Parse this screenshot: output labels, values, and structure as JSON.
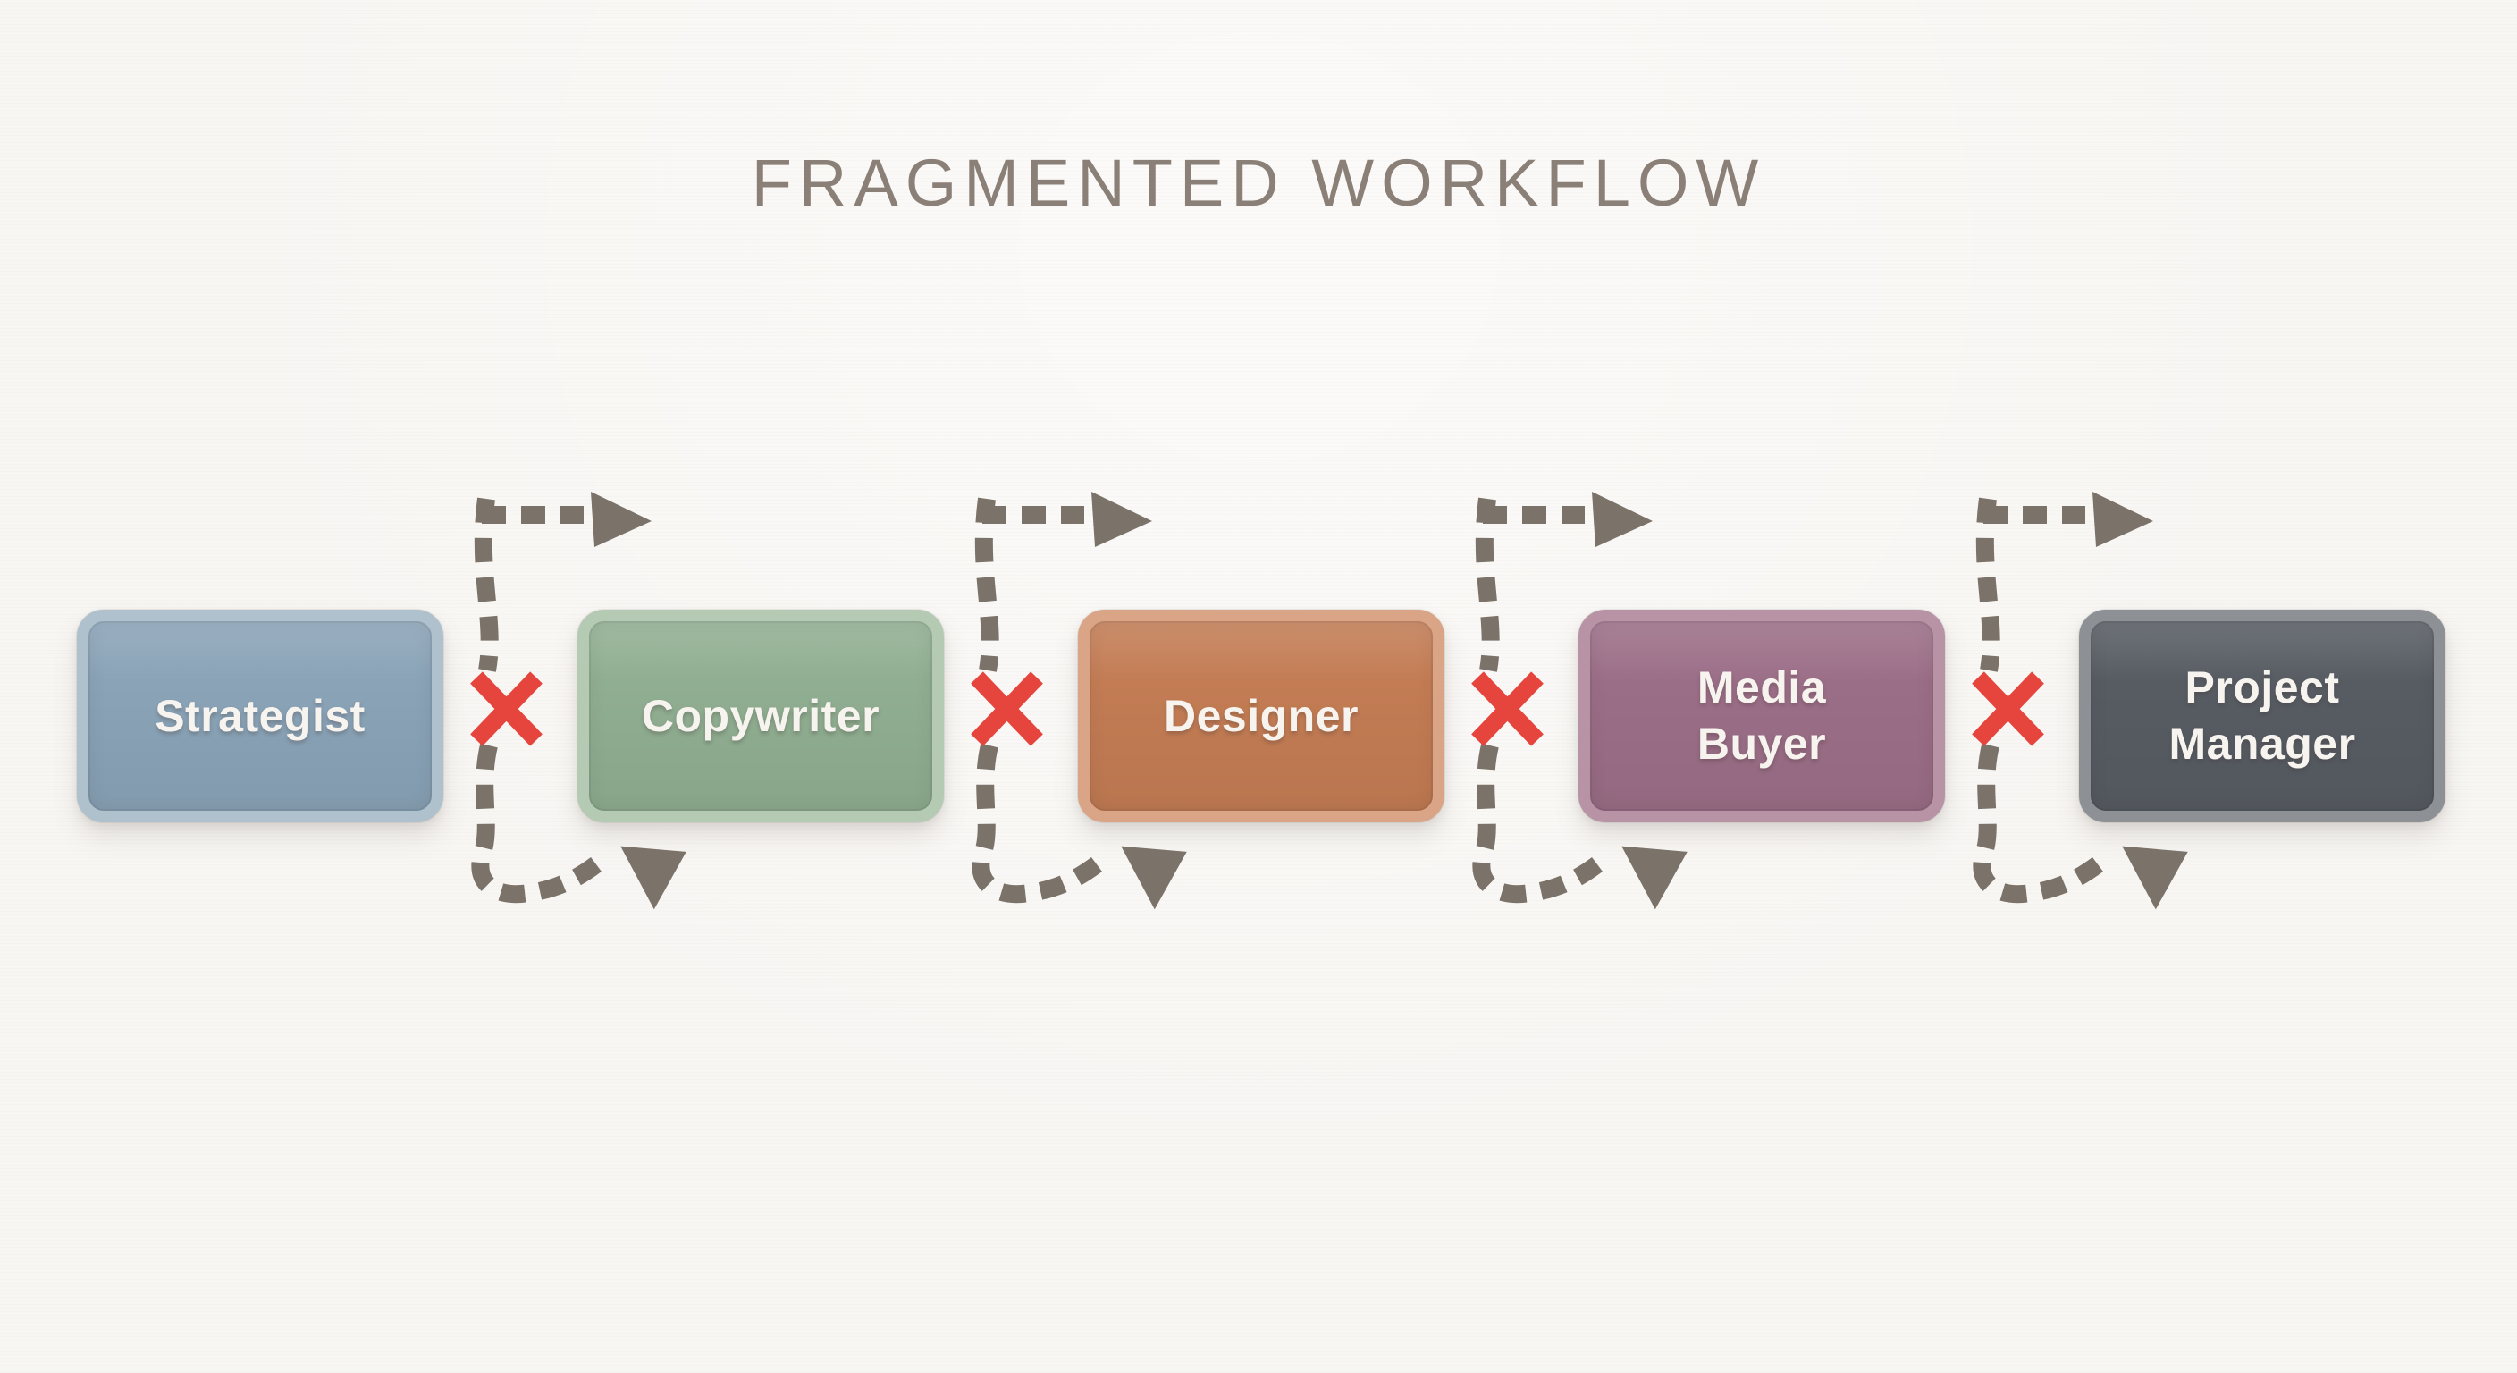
{
  "title": "FRAGMENTED WORKFLOW",
  "colors": {
    "background": "#f8f6f3",
    "title": "#8b8077",
    "dash": "#7b7269",
    "x_mark": "#e5453c",
    "label": "#f7f4f0"
  },
  "workflow": {
    "nodes": [
      {
        "label": "Strategist",
        "fill": "#8aa3b7",
        "border": "#aec1cd"
      },
      {
        "label": "Copywriter",
        "fill": "#90ae91",
        "border": "#b5cab3"
      },
      {
        "label": "Designer",
        "fill": "#c37c54",
        "border": "#d9a586"
      },
      {
        "label": "Media\nBuyer",
        "fill": "#9b6e87",
        "border": "#b793a5"
      },
      {
        "label": "Project\nManager",
        "fill": "#575c63",
        "border": "#8d9196"
      }
    ],
    "connectors": [
      {
        "from": "Strategist",
        "to": "Copywriter",
        "marker": "x",
        "style": "dashed-detour"
      },
      {
        "from": "Copywriter",
        "to": "Designer",
        "marker": "x",
        "style": "dashed-detour"
      },
      {
        "from": "Designer",
        "to": "Media Buyer",
        "marker": "x",
        "style": "dashed-detour"
      },
      {
        "from": "Media Buyer",
        "to": "Project Manager",
        "marker": "x",
        "style": "dashed-detour"
      }
    ]
  }
}
